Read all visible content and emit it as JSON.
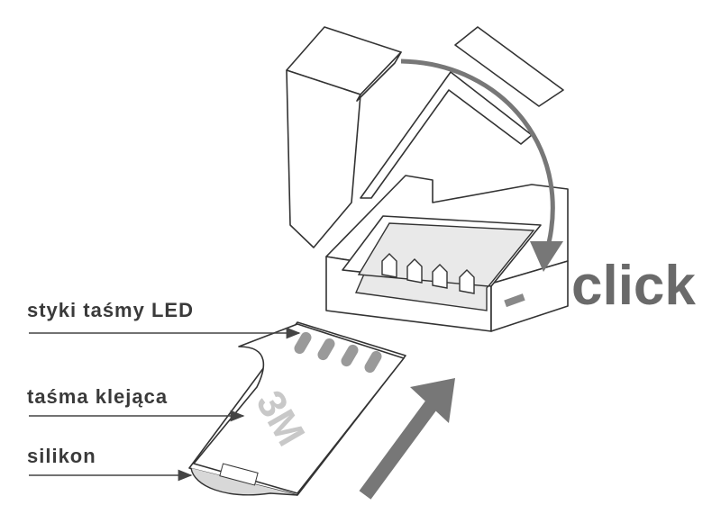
{
  "labels": {
    "contacts": "styki taśmy LED",
    "adhesive": "taśma klejąca",
    "silicone": "silikon",
    "click": "click",
    "tape_brand": "3M"
  },
  "colors": {
    "text": "#3a3a3a",
    "arrow": "#777777",
    "click_text": "#6a6a6a"
  }
}
